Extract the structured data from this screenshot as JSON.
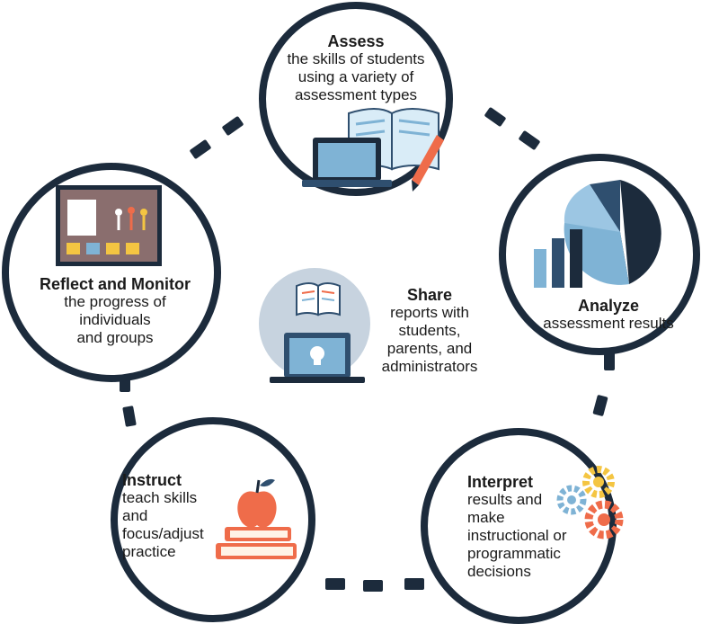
{
  "stages": {
    "assess": {
      "title": "Assess",
      "body": [
        "the skills of students",
        "using a variety of",
        "assessment types"
      ]
    },
    "analyze": {
      "title": "Analyze",
      "body": [
        "assessment results"
      ]
    },
    "interpret": {
      "title": "Interpret",
      "body": [
        "results and",
        "make",
        "instructional or",
        "programmatic",
        "decisions"
      ]
    },
    "instruct": {
      "title": "Instruct",
      "body": [
        "teach skills",
        "and",
        "focus/adjust",
        "practice"
      ]
    },
    "reflect": {
      "title": "Reflect and Monitor",
      "body": [
        "the progress of",
        "individuals",
        "and groups"
      ]
    }
  },
  "share": {
    "title": "Share",
    "body": [
      "reports with",
      "students,",
      "parents, and",
      "administrators"
    ]
  },
  "colors": {
    "ring": "#1c2b3c",
    "light_blue": "#7fb3d5",
    "mid_blue": "#2f4f6f",
    "orange": "#ef6c4a",
    "yellow": "#f4c542"
  },
  "icons": [
    "open-book-icon",
    "laptop-icon",
    "pencil-icon",
    "pie-chart-icon",
    "bar-chart-icon",
    "gears-icon",
    "apple-icon",
    "books-icon",
    "bulletin-board-icon",
    "lightbulb-icon"
  ]
}
